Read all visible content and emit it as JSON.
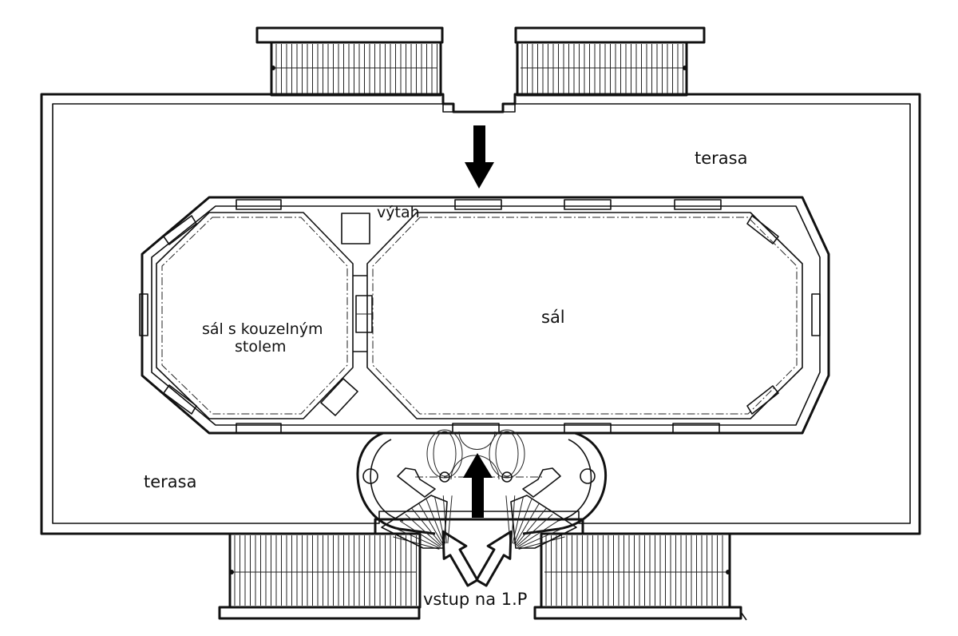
{
  "labels": {
    "terrace_top": "terasa",
    "terrace_bottom": "terasa",
    "elevator": "výtah",
    "hall": "sál",
    "magic_table_hall_line1": "sál s kouzelným",
    "magic_table_hall_line2": "stolem",
    "entrance": "vstup na 1.P"
  }
}
